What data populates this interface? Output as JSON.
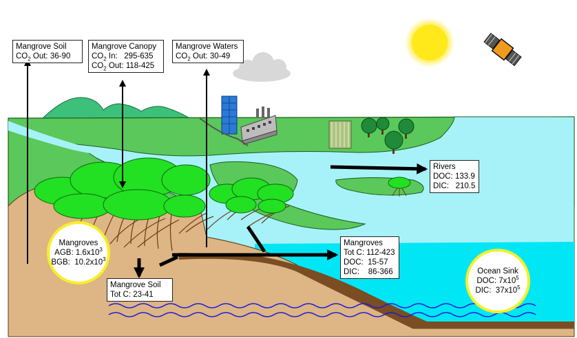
{
  "boxes": {
    "soil_out": {
      "title": "Mangrove Soil",
      "line1_label": "CO",
      "line1_sub": "2",
      "line1_value": " Out: 36-90"
    },
    "canopy": {
      "title": "Mangrove Canopy",
      "line1_label": "CO",
      "line1_sub": "2",
      "line1_value": " In:   295-635",
      "line2_label": "CO",
      "line2_sub": "2",
      "line2_value": " Out: 118-425"
    },
    "waters": {
      "title": "Mangrove Waters",
      "line1_label": "CO",
      "line1_sub": "2",
      "line1_value": " Out: 30-49"
    },
    "rivers": {
      "title": "Rivers",
      "line1": "DOC: 133.9",
      "line2": "DIC:   210.5"
    },
    "mangroves_export": {
      "title": "Mangroves",
      "line1": "Tot C: 112-423",
      "line2": "DOC:  15-57",
      "line3": "DIC:    86-366"
    },
    "soil_burial": {
      "title": "Mangrove Soil",
      "line1": "Tot C: 23-41"
    }
  },
  "circles": {
    "mangroves": {
      "title": "Mangroves",
      "agb_label": "AGB: 1.6x10",
      "agb_exp": "3",
      "bgb_label": "BGB:  10.2x10",
      "bgb_exp": "3"
    },
    "ocean": {
      "title": "Ocean Sink",
      "doc_label": "DOC: 7x10",
      "doc_exp": "5",
      "dic_label": "DIC:  37x10",
      "dic_exp": "5"
    }
  },
  "colors": {
    "sky": "#ffffff",
    "water": "#a6f2f8",
    "ocean": "#00e6f5",
    "land": "#5ac85a",
    "soil": "#deb584",
    "foliage": "#22e022",
    "sun": "#ffe600",
    "circle_border": "#f6ef2a",
    "wave": "#1a1adc",
    "arrow": "#000000"
  },
  "icons": [
    "sun-icon",
    "satellite-icon",
    "cloud-icon",
    "city-building-icon",
    "factory-icon",
    "crop-field-icon",
    "tree-icon",
    "mangrove-tree-icon",
    "mountain-icon"
  ]
}
